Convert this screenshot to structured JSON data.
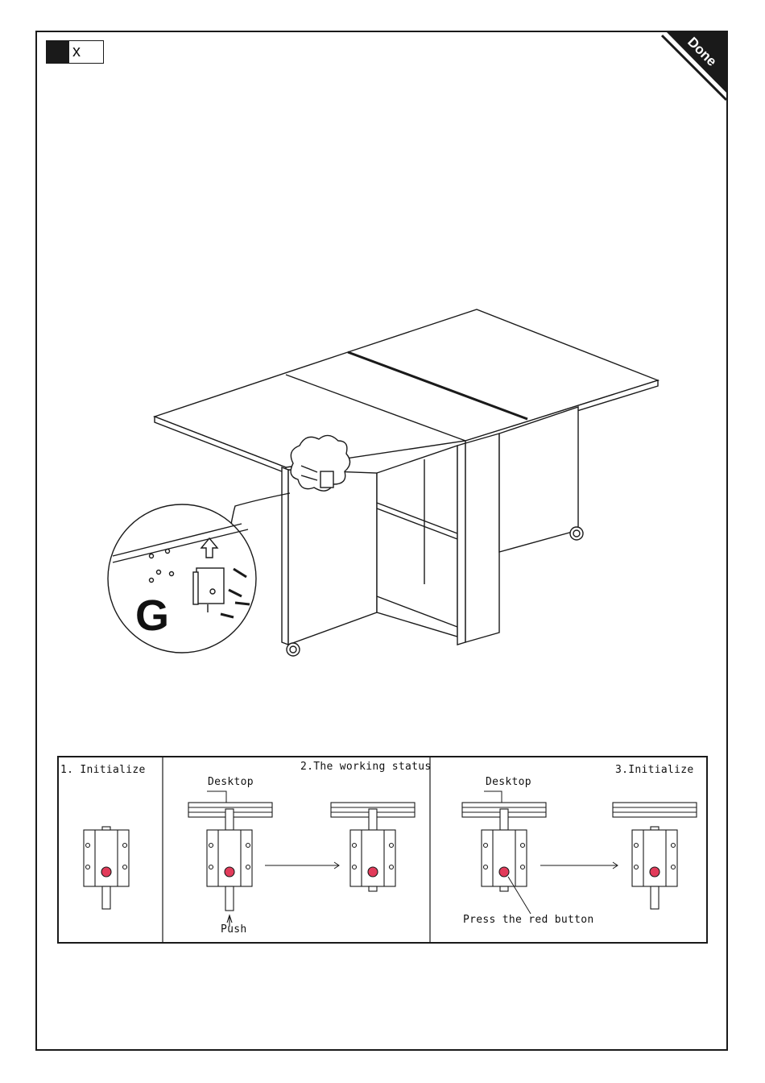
{
  "step_badge": {
    "label": "x"
  },
  "corner": {
    "label": "Done"
  },
  "callout": {
    "letter": "G"
  },
  "panels": {
    "initialize_1": {
      "title": "1. Initialize"
    },
    "working_status": {
      "title": "2.The working status",
      "desktop_label": "Desktop",
      "push_label": "Push"
    },
    "initialize_3": {
      "title": "3.Initialize",
      "desktop_label": "Desktop",
      "button_note": "Press the red button"
    }
  },
  "colors": {
    "line": "#1a1a1a",
    "red_button": "#e23b5a"
  }
}
